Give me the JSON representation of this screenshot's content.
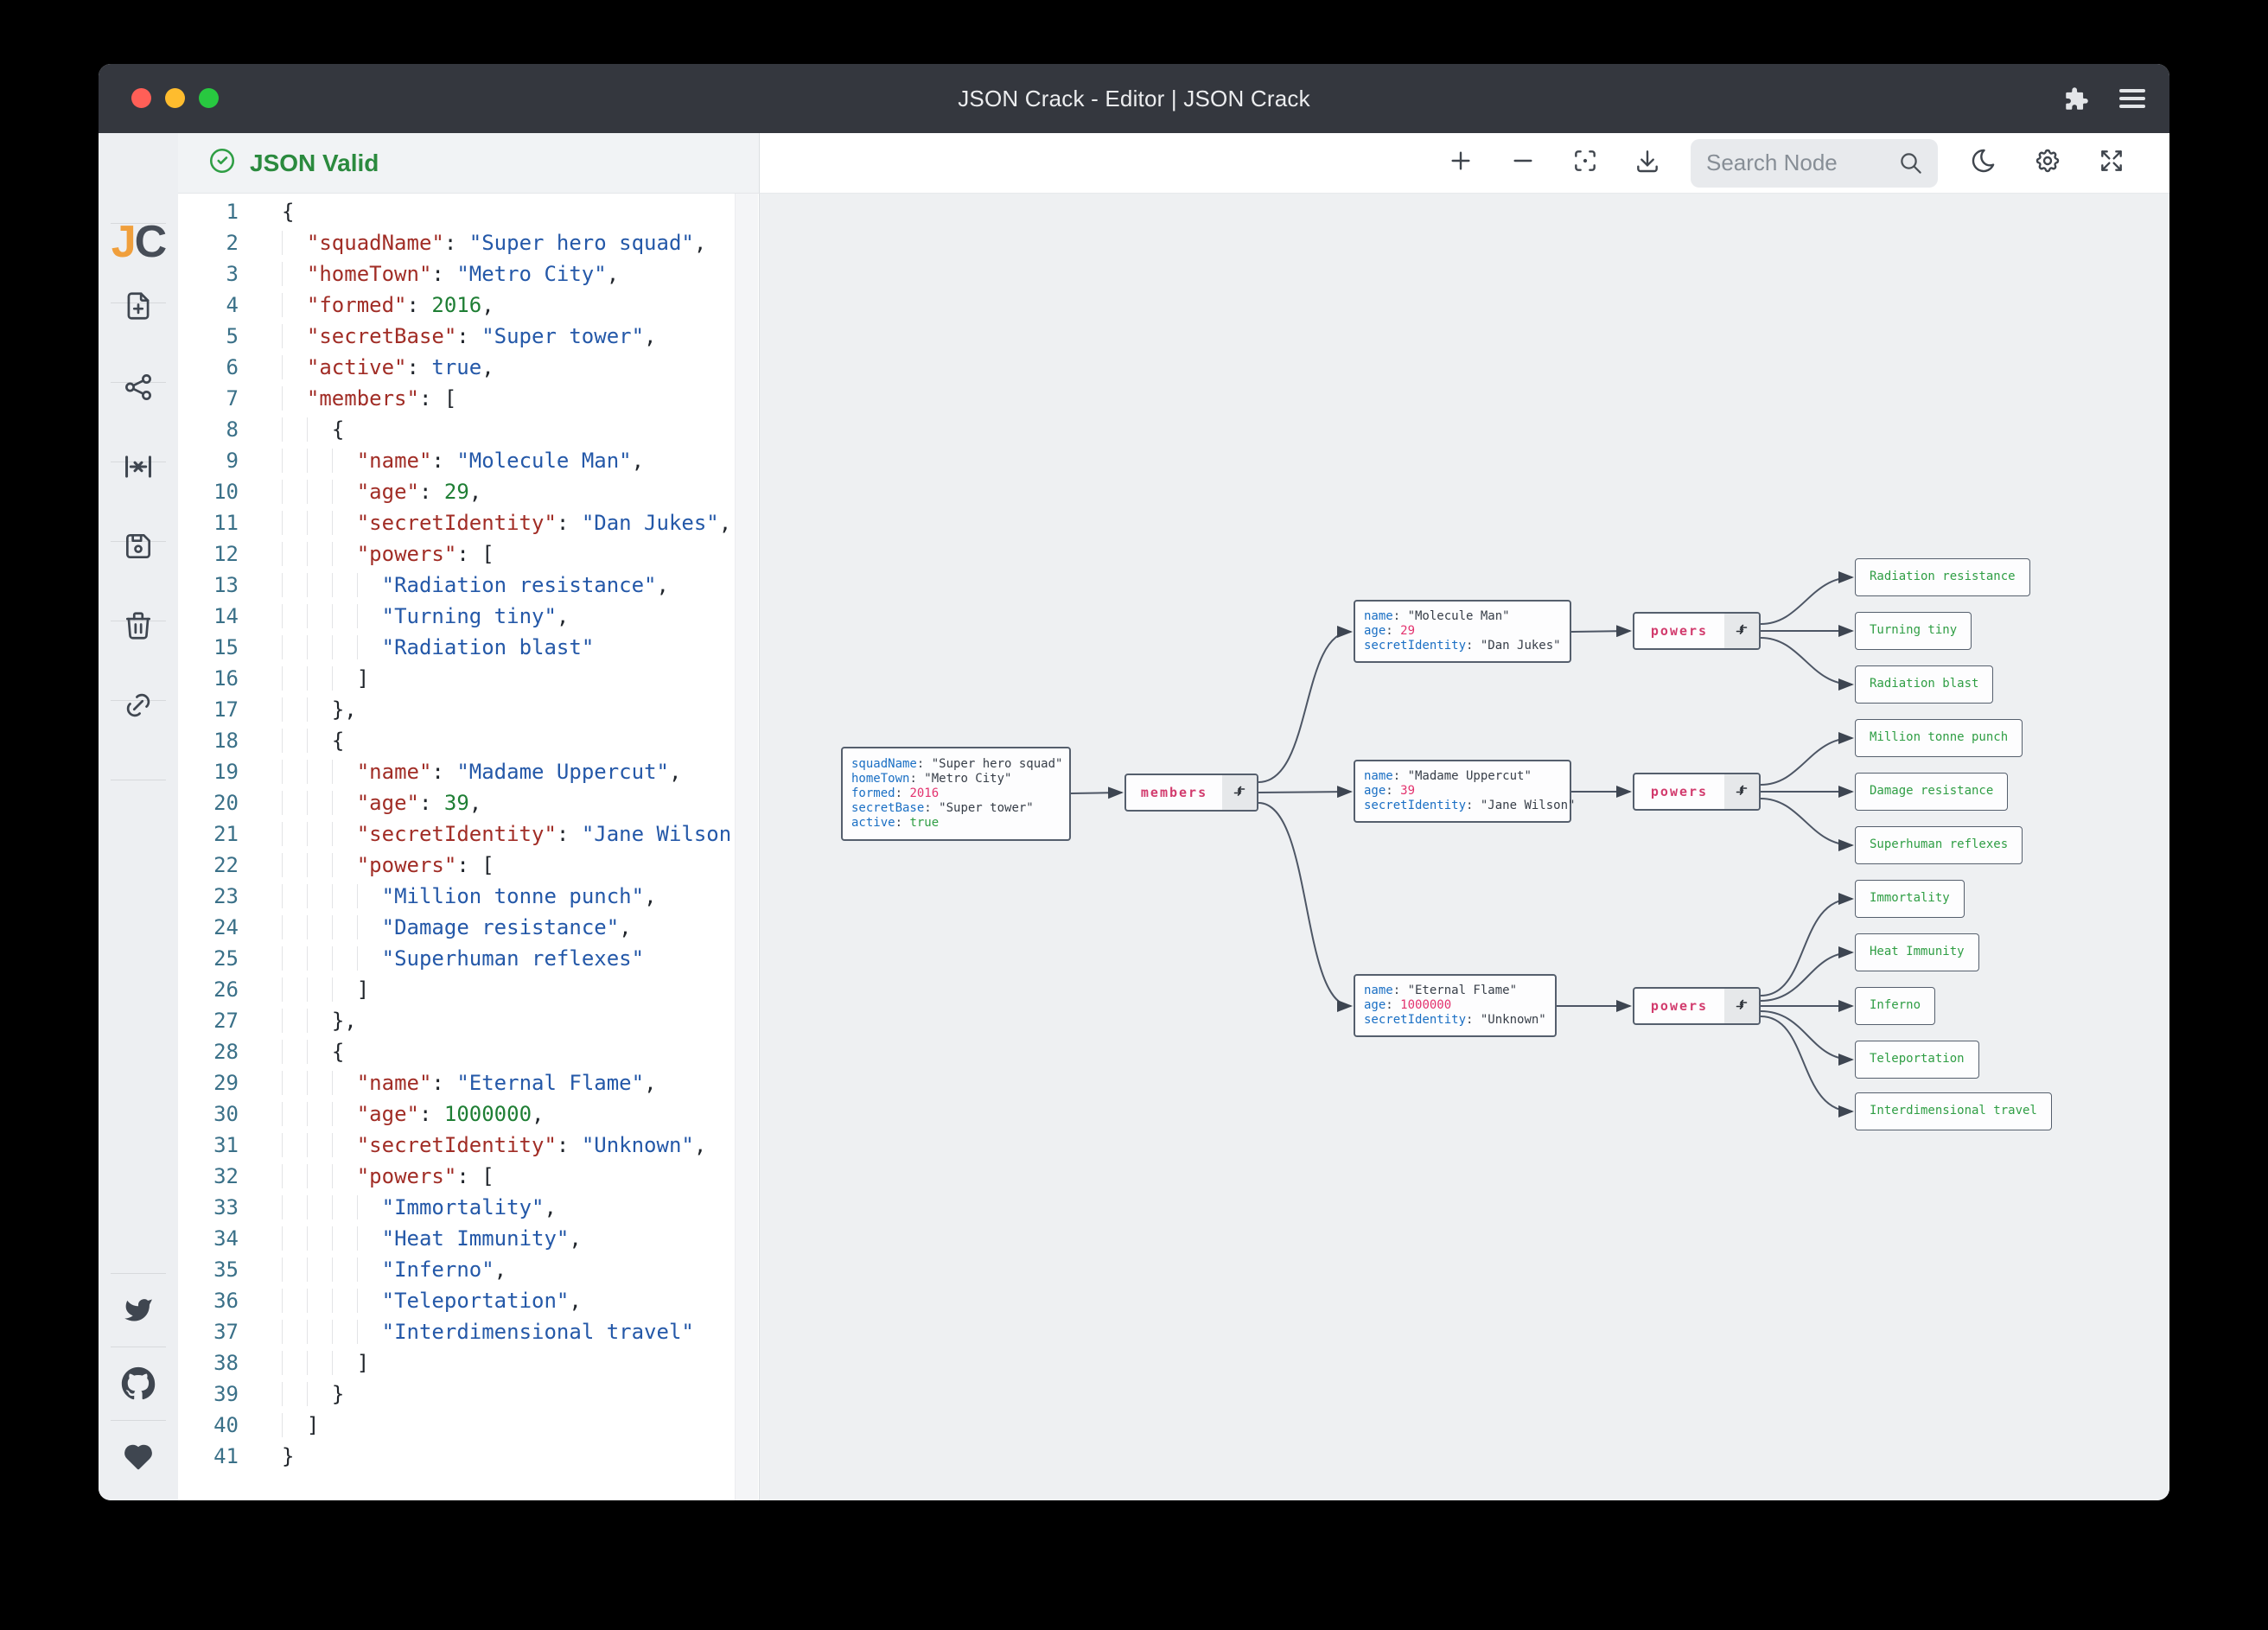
{
  "titlebar": {
    "title": "JSON Crack - Editor | JSON Crack"
  },
  "validbar": {
    "label": "JSON Valid"
  },
  "toolbar": {
    "search_placeholder": "Search Node"
  },
  "editor": {
    "lines": [
      "{",
      "  \"squadName\": \"Super hero squad\",",
      "  \"homeTown\": \"Metro City\",",
      "  \"formed\": 2016,",
      "  \"secretBase\": \"Super tower\",",
      "  \"active\": true,",
      "  \"members\": [",
      "    {",
      "      \"name\": \"Molecule Man\",",
      "      \"age\": 29,",
      "      \"secretIdentity\": \"Dan Jukes\",",
      "      \"powers\": [",
      "        \"Radiation resistance\",",
      "        \"Turning tiny\",",
      "        \"Radiation blast\"",
      "      ]",
      "    },",
      "    {",
      "      \"name\": \"Madame Uppercut\",",
      "      \"age\": 39,",
      "      \"secretIdentity\": \"Jane Wilson\",",
      "      \"powers\": [",
      "        \"Million tonne punch\",",
      "        \"Damage resistance\",",
      "        \"Superhuman reflexes\"",
      "      ]",
      "    },",
      "    {",
      "      \"name\": \"Eternal Flame\",",
      "      \"age\": 1000000,",
      "      \"secretIdentity\": \"Unknown\",",
      "      \"powers\": [",
      "        \"Immortality\",",
      "        \"Heat Immunity\",",
      "        \"Inferno\",",
      "        \"Teleportation\",",
      "        \"Interdimensional travel\"",
      "      ]",
      "    }",
      "  ]",
      "}"
    ]
  },
  "graph": {
    "members_label": "members",
    "powers_label": "powers",
    "root": {
      "fields": [
        {
          "key": "squadName",
          "value": "\"Super hero squad\"",
          "type": "string"
        },
        {
          "key": "homeTown",
          "value": "\"Metro City\"",
          "type": "string"
        },
        {
          "key": "formed",
          "value": "2016",
          "type": "number"
        },
        {
          "key": "secretBase",
          "value": "\"Super tower\"",
          "type": "string"
        },
        {
          "key": "active",
          "value": "true",
          "type": "boolean"
        }
      ]
    },
    "member1": {
      "fields": [
        {
          "key": "name",
          "value": "\"Molecule Man\"",
          "type": "string"
        },
        {
          "key": "age",
          "value": "29",
          "type": "number"
        },
        {
          "key": "secretIdentity",
          "value": "\"Dan Jukes\"",
          "type": "string"
        }
      ]
    },
    "member2": {
      "fields": [
        {
          "key": "name",
          "value": "\"Madame Uppercut\"",
          "type": "string"
        },
        {
          "key": "age",
          "value": "39",
          "type": "number"
        },
        {
          "key": "secretIdentity",
          "value": "\"Jane Wilson\"",
          "type": "string"
        }
      ]
    },
    "member3": {
      "fields": [
        {
          "key": "name",
          "value": "\"Eternal Flame\"",
          "type": "string"
        },
        {
          "key": "age",
          "value": "1000000",
          "type": "number"
        },
        {
          "key": "secretIdentity",
          "value": "\"Unknown\"",
          "type": "string"
        }
      ]
    },
    "leaves": [
      "Radiation resistance",
      "Turning tiny",
      "Radiation blast",
      "Million tonne punch",
      "Damage resistance",
      "Superhuman reflexes",
      "Immortality",
      "Heat Immunity",
      "Inferno",
      "Teleportation",
      "Interdimensional travel"
    ]
  },
  "icons": {
    "titlebar": [
      "puzzle-icon",
      "menu-icon"
    ],
    "sidebar": [
      "file-plus-icon",
      "hierarchy-icon",
      "fold-width-icon",
      "save-icon",
      "trash-icon",
      "link-icon",
      "twitter-icon",
      "github-icon",
      "heart-icon"
    ],
    "toolbar": [
      "zoom-in-icon",
      "zoom-out-icon",
      "focus-center-icon",
      "download-icon",
      "search-icon",
      "moon-icon",
      "gear-icon",
      "fullscreen-icon"
    ],
    "node": [
      "collapse-icon"
    ]
  },
  "colors": {
    "titlebar_bg": "#34373e",
    "accent_green": "#2b8a3e",
    "node_key_blue": "#1a6fc4",
    "node_number_pink": "#e3326e",
    "leaf_green": "#2f9e44",
    "label_pink": "#d23b6d",
    "edge": "#4d5665",
    "traffic_lights": [
      "#ff5f57",
      "#febc2e",
      "#28c840"
    ]
  }
}
